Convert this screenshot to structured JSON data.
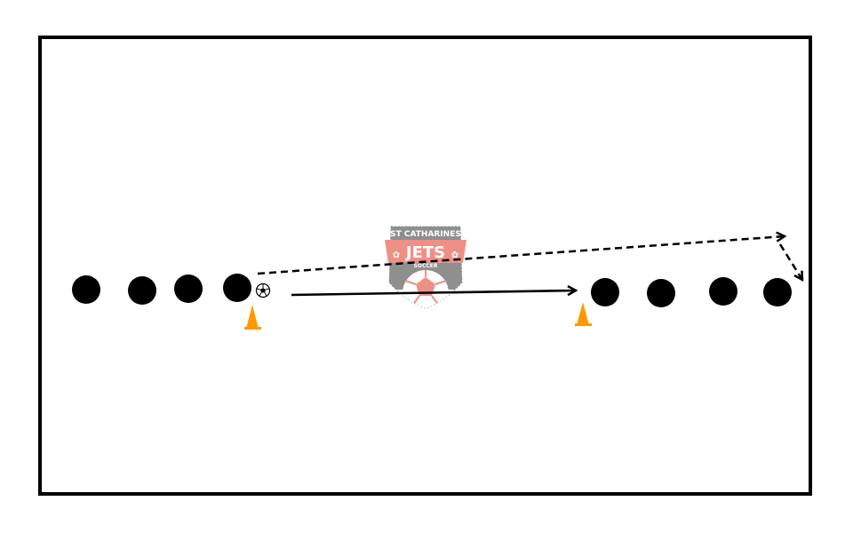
{
  "diagram": {
    "type": "soccer-drill",
    "colors": {
      "field_line": "#000000",
      "player": "#000000",
      "cone": "#ff9900",
      "logo_gray": "#8a8a8a",
      "logo_salmon": "#f08a80"
    },
    "logo": {
      "line1": "ST CATHARINES",
      "line2": "JETS",
      "line3": "SOCCER"
    },
    "left_group": {
      "players": 4
    },
    "right_group": {
      "players": 4
    },
    "elements": [
      "ball",
      "cone-left",
      "cone-right",
      "pass-arrow",
      "run-path-dashed"
    ]
  }
}
